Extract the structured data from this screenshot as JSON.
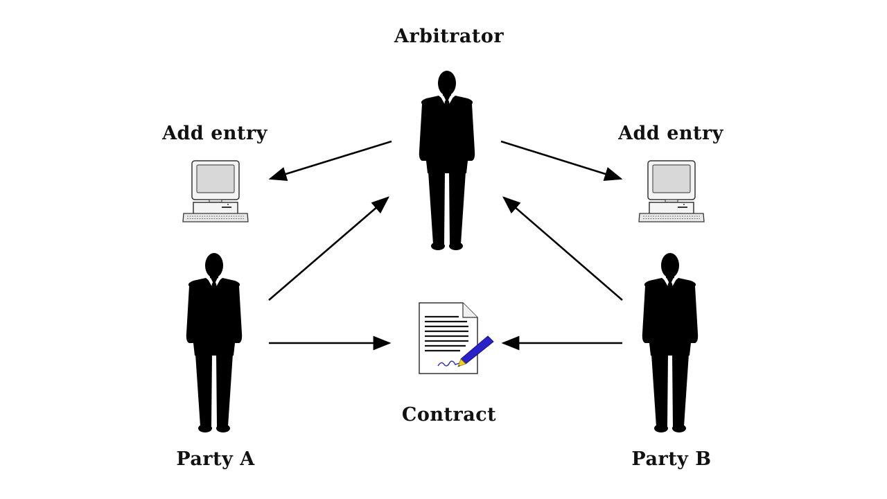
{
  "labels": {
    "arbitrator": "Arbitrator",
    "add_entry_left": "Add entry",
    "add_entry_right": "Add entry",
    "contract": "Contract",
    "party_a": "Party A",
    "party_b": "Party B"
  },
  "icons": {
    "person": "person-silhouette-icon",
    "computer": "computer-icon",
    "contract": "signed-document-icon"
  },
  "colors": {
    "silhouette": "#000000",
    "pen": "#2a22c8",
    "pen_tip": "#f2d21a",
    "text": "#111111"
  }
}
